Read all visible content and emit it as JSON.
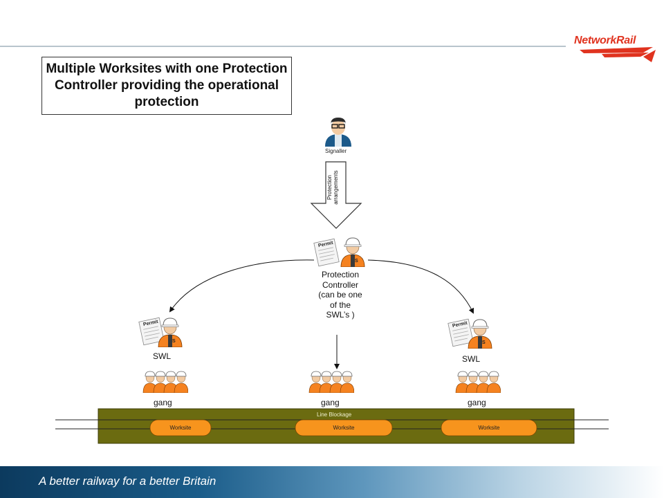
{
  "title": "Multiple Worksites with one Protection Controller providing the operational protection",
  "logo": {
    "text": "NetworkRail",
    "color": "#e0331f"
  },
  "signaller": {
    "label": "Signaller"
  },
  "arrow_label": {
    "line1": "Protection",
    "line2": "arrangements"
  },
  "protection_controller": {
    "lines": [
      "Protection",
      "Controller",
      "(can be one",
      "of the",
      "SWL’s )"
    ]
  },
  "permit_text": "Permit",
  "badge_text": "S",
  "swl_left": "SWL",
  "swl_right": "SWL",
  "gangs": [
    "gang",
    "gang",
    "gang"
  ],
  "line_blockage": "Line Blockage",
  "worksites": [
    "Worksite",
    "Worksite",
    "Worksite"
  ],
  "footer": {
    "tagline": "A better railway for a better Britain"
  },
  "colors": {
    "orange": "#f7941d",
    "track_green": "#6b6b10",
    "hi_vis": "#f58220"
  }
}
